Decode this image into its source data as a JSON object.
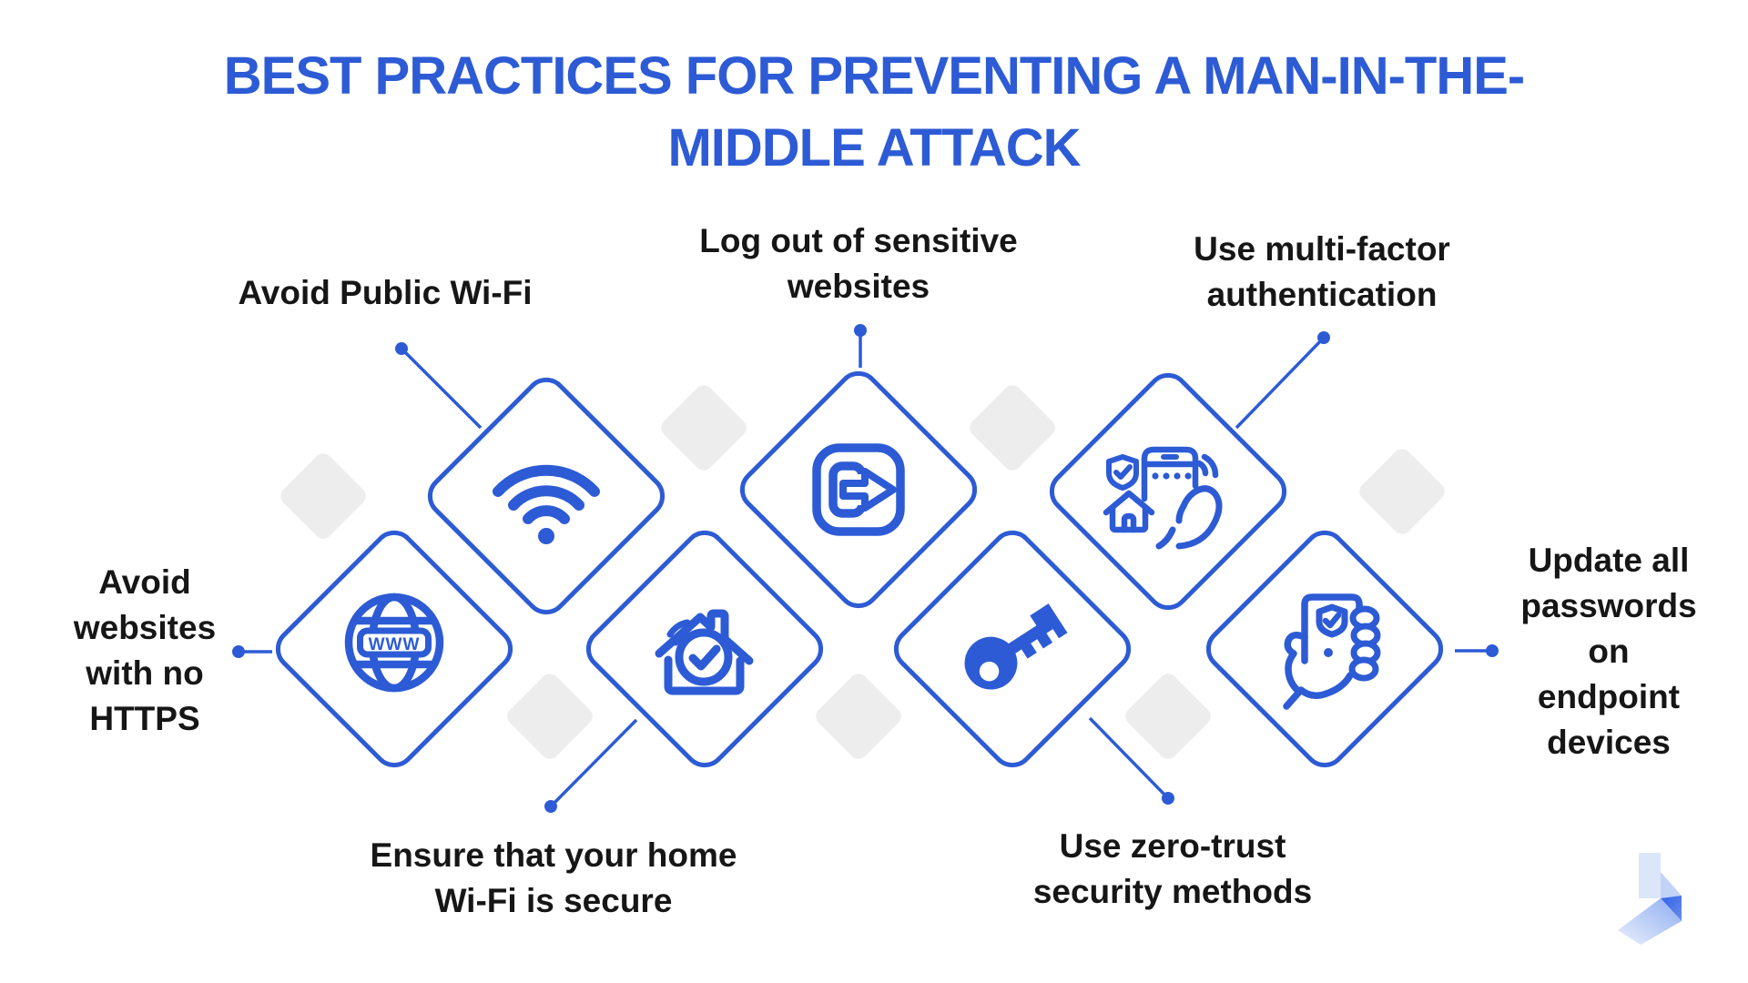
{
  "title": {
    "text": "BEST PRACTICES FOR PREVENTING A MAN-IN-THE-\nMIDDLE ATTACK"
  },
  "practices": [
    {
      "id": "avoid-public-wifi",
      "label": "Avoid Public Wi-Fi",
      "icon": "wifi-icon"
    },
    {
      "id": "avoid-no-https",
      "label": "Avoid\nwebsites\nwith no\nHTTPS",
      "icon": "globe-www-icon"
    },
    {
      "id": "logout-sensitive",
      "label": "Log out of sensitive\nwebsites",
      "icon": "logout-icon"
    },
    {
      "id": "home-wifi-secure",
      "label": "Ensure that your home\nWi-Fi is secure",
      "icon": "home-check-icon"
    },
    {
      "id": "zero-trust",
      "label": "Use zero-trust\nsecurity methods",
      "icon": "key-icon"
    },
    {
      "id": "multi-factor-auth",
      "label": "Use multi-factor\nauthentication",
      "icon": "mfa-phone-icon"
    },
    {
      "id": "update-passwords",
      "label": "Update all\npasswords\non endpoint\ndevices",
      "icon": "phone-in-hand-icon"
    }
  ],
  "globe_text": "WWW",
  "colors": {
    "accent": "#2d5bd5",
    "title": "#2d5bd5",
    "label_text": "#161616",
    "gray_diamond": "#ededed",
    "background": "#ffffff"
  }
}
